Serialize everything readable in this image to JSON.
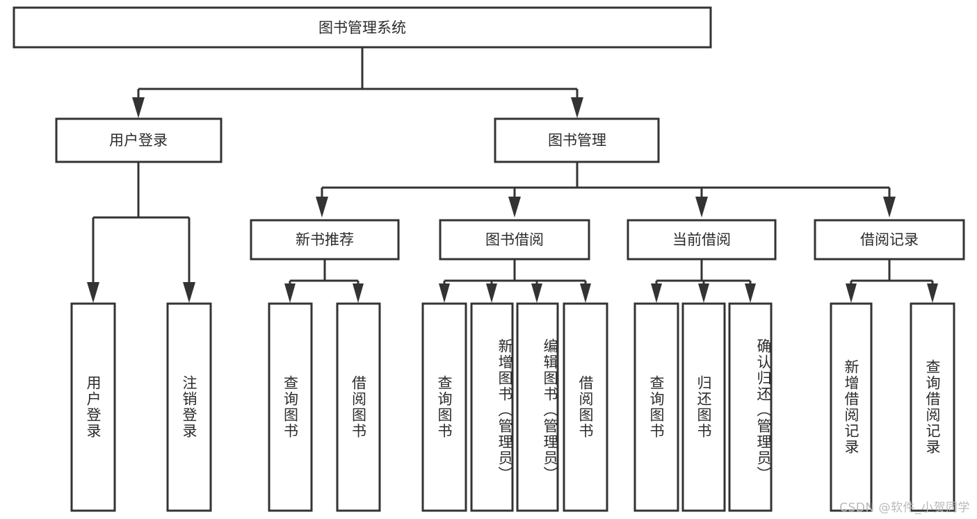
{
  "diagram": {
    "type": "tree-hierarchy-chart",
    "title": "图书管理系统",
    "root": {
      "id": "root",
      "label": "图书管理系统",
      "orientation": "horizontal"
    },
    "level2": [
      {
        "id": "user-login",
        "label": "用户登录",
        "orientation": "horizontal"
      },
      {
        "id": "book-manage",
        "label": "图书管理",
        "orientation": "horizontal"
      }
    ],
    "level3": [
      {
        "id": "new-book-recommend",
        "label": "新书推荐",
        "orientation": "horizontal",
        "parent": "book-manage"
      },
      {
        "id": "book-borrow",
        "label": "图书借阅",
        "orientation": "horizontal",
        "parent": "book-manage"
      },
      {
        "id": "current-borrow",
        "label": "当前借阅",
        "orientation": "horizontal",
        "parent": "book-manage"
      },
      {
        "id": "borrow-record",
        "label": "借阅记录",
        "orientation": "horizontal",
        "parent": "book-manage"
      }
    ],
    "leaves": [
      {
        "id": "leaf-user-login",
        "label": "用户登录",
        "parent": "user-login",
        "orientation": "vertical"
      },
      {
        "id": "leaf-logout-login",
        "label": "注销登录",
        "parent": "user-login",
        "orientation": "vertical"
      },
      {
        "id": "leaf-query-book-1",
        "label": "查询图书",
        "parent": "new-book-recommend",
        "orientation": "vertical"
      },
      {
        "id": "leaf-borrow-book-1",
        "label": "借阅图书",
        "parent": "new-book-recommend",
        "orientation": "vertical"
      },
      {
        "id": "leaf-query-book-2",
        "label": "查询图书",
        "parent": "book-borrow",
        "orientation": "vertical"
      },
      {
        "id": "leaf-add-book",
        "label": "新增图书（管理员）",
        "parent": "book-borrow",
        "orientation": "vertical"
      },
      {
        "id": "leaf-edit-book",
        "label": "编辑图书（管理员）",
        "parent": "book-borrow",
        "orientation": "vertical"
      },
      {
        "id": "leaf-borrow-book-2",
        "label": "借阅图书",
        "parent": "book-borrow",
        "orientation": "vertical"
      },
      {
        "id": "leaf-query-book-3",
        "label": "查询图书",
        "parent": "current-borrow",
        "orientation": "vertical"
      },
      {
        "id": "leaf-return-book",
        "label": "归还图书",
        "parent": "current-borrow",
        "orientation": "vertical"
      },
      {
        "id": "leaf-confirm-return",
        "label": "确认归还（管理员）",
        "parent": "current-borrow",
        "orientation": "vertical"
      },
      {
        "id": "leaf-add-record",
        "label": "新增借阅记录",
        "parent": "borrow-record",
        "orientation": "vertical"
      },
      {
        "id": "leaf-query-record",
        "label": "查询借阅记录",
        "parent": "borrow-record",
        "orientation": "vertical"
      }
    ],
    "watermark": "CSDN @软件_小贺同学",
    "colors": {
      "stroke": "#333333",
      "box_fill": "#ffffff",
      "text": "#2b2b2b",
      "background": "#ffffff",
      "watermark": "#b9b9b9"
    }
  }
}
